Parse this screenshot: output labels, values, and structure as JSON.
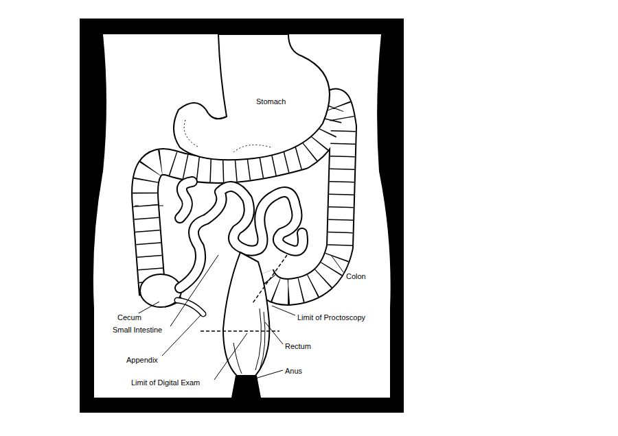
{
  "diagram": {
    "labels": [
      "Stomach",
      "Colon",
      "Cecum",
      "Small Intestine",
      "Appendix",
      "Limit of Digital Exam",
      "Limit of Proctoscopy",
      "Rectum",
      "Anus"
    ]
  }
}
